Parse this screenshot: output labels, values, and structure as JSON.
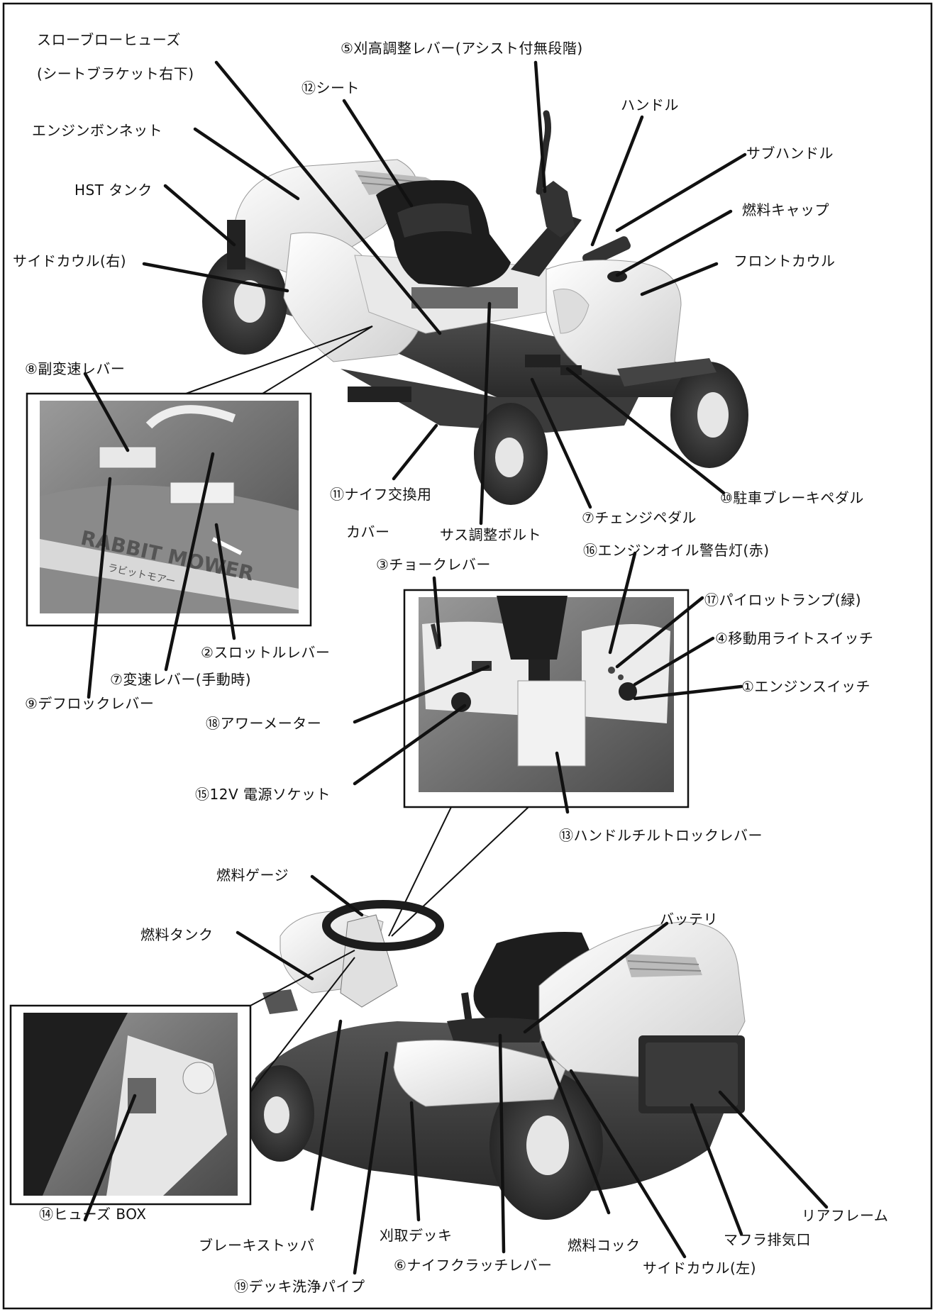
{
  "labels": {
    "slow_blow_fuse": "スローブローヒューズ",
    "slow_blow_fuse_loc": "(シートブラケット右下)",
    "cut_height_lever": "⑤刈高調整レバー(アシスト付無段階)",
    "seat": "⑫シート",
    "engine_bonnet": "エンジンボンネット",
    "handle": "ハンドル",
    "sub_handle": "サブハンドル",
    "hst_tank": "HST タンク",
    "fuel_cap": "燃料キャップ",
    "side_cowl_right": "サイドカウル(右)",
    "front_cowl": "フロントカウル",
    "sub_shift_lever": "⑧副変速レバー",
    "knife_cover_1": "⑪ナイフ交換用",
    "knife_cover_2": "カバー",
    "suspension_bolt": "サス調整ボルト",
    "change_pedal": "⑦チェンジペダル",
    "parking_brake_pedal": "⑩駐車ブレーキペダル",
    "engine_oil_lamp": "⑯エンジンオイル警告灯(赤)",
    "choke_lever": "③チョークレバー",
    "pilot_lamp": "⑰パイロットランプ(緑)",
    "travel_light_switch": "④移動用ライトスイッチ",
    "throttle_lever": "②スロットルレバー",
    "engine_switch": "①エンジンスイッチ",
    "shift_lever_manual": "⑦変速レバー(手動時)",
    "diff_lock_lever": "⑨デフロックレバー",
    "hour_meter": "⑱アワーメーター",
    "power_socket": "⑮12V 電源ソケット",
    "handle_tilt_lever": "⑬ハンドルチルトロックレバー",
    "fuel_gauge": "燃料ゲージ",
    "battery": "バッテリ",
    "fuel_tank": "燃料タンク",
    "fuse_box": "⑭ヒューズ BOX",
    "rear_frame": "リアフレーム",
    "cutting_deck": "刈取デッキ",
    "fuel_cock": "燃料コック",
    "muffler_exhaust": "マフラ排気口",
    "brake_stopper": "ブレーキストッパ",
    "knife_clutch_lever": "⑥ナイフクラッチレバー",
    "side_cowl_left": "サイドカウル(左)",
    "deck_wash_pipe": "⑲デッキ洗浄パイプ",
    "badge_brand": "RABBIT MOWER",
    "badge_sub": "ラビットモアー"
  },
  "colors": {
    "line": "#111111",
    "body_white": "#f2f2f2",
    "deck_dark": "#3a3a3a",
    "tire": "#2b2b2b",
    "photo_bg": "#7a7a7a"
  }
}
